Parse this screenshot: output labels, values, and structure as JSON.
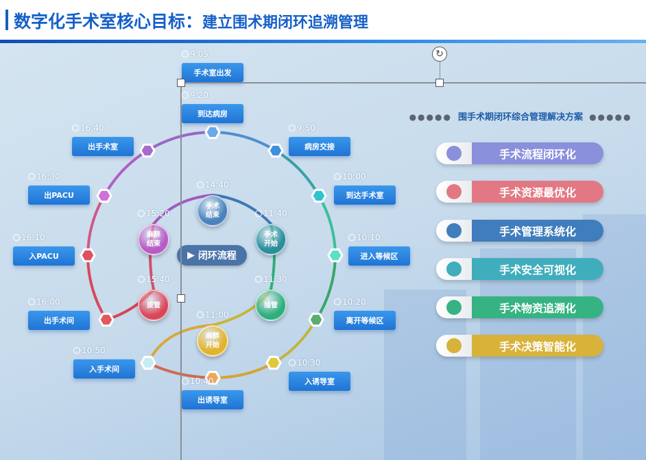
{
  "header": {
    "title_main": "数字化手术室核心目标：",
    "title_sub": "建立围术期闭环追溯管理"
  },
  "center_label": "闭环流程",
  "outer_steps": [
    {
      "time": "9:05",
      "label": "手术室出发"
    },
    {
      "time": "9:20",
      "label": "到达病房"
    },
    {
      "time": "9:50",
      "label": "病房交接"
    },
    {
      "time": "10:00",
      "label": "到达手术室"
    },
    {
      "time": "10:10",
      "label": "进入等候区"
    },
    {
      "time": "10:20",
      "label": "离开等候区"
    },
    {
      "time": "10:30",
      "label": "入诱导室"
    },
    {
      "time": "10:40",
      "label": "出诱导室"
    },
    {
      "time": "10:50",
      "label": "入手术间"
    },
    {
      "time": "16:00",
      "label": "出手术间"
    },
    {
      "time": "16:10",
      "label": "入PACU"
    },
    {
      "time": "16:30",
      "label": "出PACU"
    },
    {
      "time": "16:40",
      "label": "出手术室"
    }
  ],
  "inner_steps": [
    {
      "time": "11:00",
      "label": "麻醉开始",
      "color": "#e3b32c"
    },
    {
      "time": "11:30",
      "label": "插管",
      "color": "#2fae7e"
    },
    {
      "time": "11:40",
      "label": "手术开始",
      "color": "#2a8e9c"
    },
    {
      "time": "14:40",
      "label": "手术结束",
      "color": "#4a82bd"
    },
    {
      "time": "15:20",
      "label": "麻醉结束",
      "color": "#b65cc4"
    },
    {
      "time": "15:40",
      "label": "拔管",
      "color": "#d9485a"
    }
  ],
  "solution": {
    "title": "围手术期闭环综合管理解决方案",
    "dots": "●●●●●",
    "items": [
      {
        "label": "手术流程闭环化",
        "color": "#8a90dc"
      },
      {
        "label": "手术资源最优化",
        "color": "#e27883"
      },
      {
        "label": "手术管理系统化",
        "color": "#3f7dbd"
      },
      {
        "label": "手术安全可视化",
        "color": "#40adbd"
      },
      {
        "label": "手术物资追溯化",
        "color": "#36b383"
      },
      {
        "label": "手术决策智能化",
        "color": "#d9b23a"
      }
    ]
  }
}
